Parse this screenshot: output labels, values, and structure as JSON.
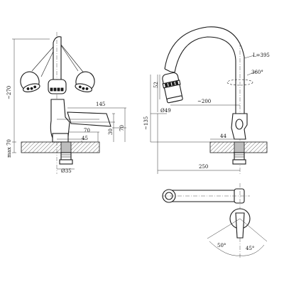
{
  "front_view": {
    "dim_height_total": "~270",
    "dim_mount": "max 70",
    "dim_reach_handle": "145",
    "dim_base_reach": "45",
    "dim_handle_height": "70",
    "dim_lever_height": "70",
    "dim_base_height": "30",
    "dim_thread": "Ø35"
  },
  "side_view": {
    "dim_height": "~135",
    "dim_aerator_len": "52",
    "dim_aerator_dia": "Ø49",
    "dim_spout_reach": "~200",
    "dim_total_height": "L=395",
    "dim_rotation": "360°",
    "dim_base_dia": "44",
    "dim_total_width": "250"
  },
  "top_view": {
    "angle_left": "50°",
    "angle_right": "45°"
  }
}
